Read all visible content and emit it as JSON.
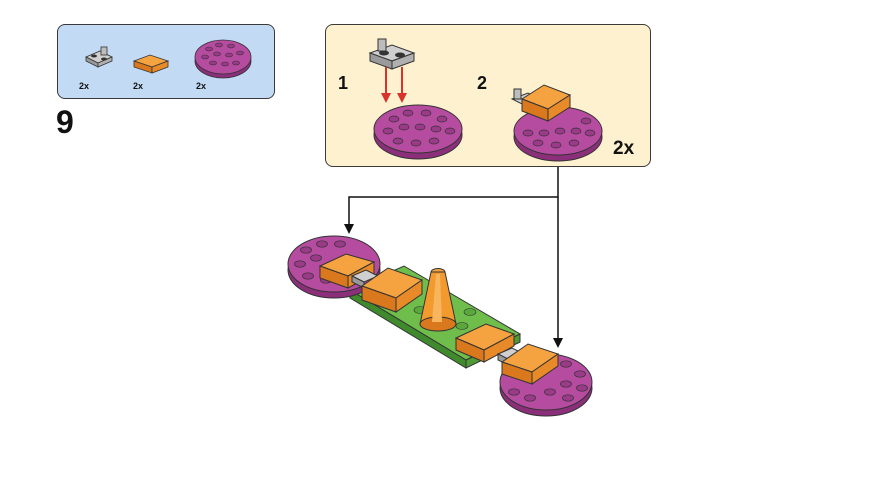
{
  "step": {
    "number": "9"
  },
  "parts_list": [
    {
      "icon": "grey-bracket-plate-icon",
      "quantity": "2x"
    },
    {
      "icon": "orange-curved-slope-icon",
      "quantity": "2x"
    },
    {
      "icon": "magenta-round-plate-icon",
      "quantity": "2x"
    }
  ],
  "sub_assembly": {
    "steps": [
      "1",
      "2"
    ],
    "multiplier": "2x"
  },
  "colors": {
    "parts_bg": "#c3daf5",
    "sub_bg": "#fdf1cf",
    "magenta": "#b0459a",
    "orange": "#f29a2e",
    "green": "#5fae3e",
    "grey": "#b8b8b8",
    "arrow_red": "#d8322a"
  }
}
